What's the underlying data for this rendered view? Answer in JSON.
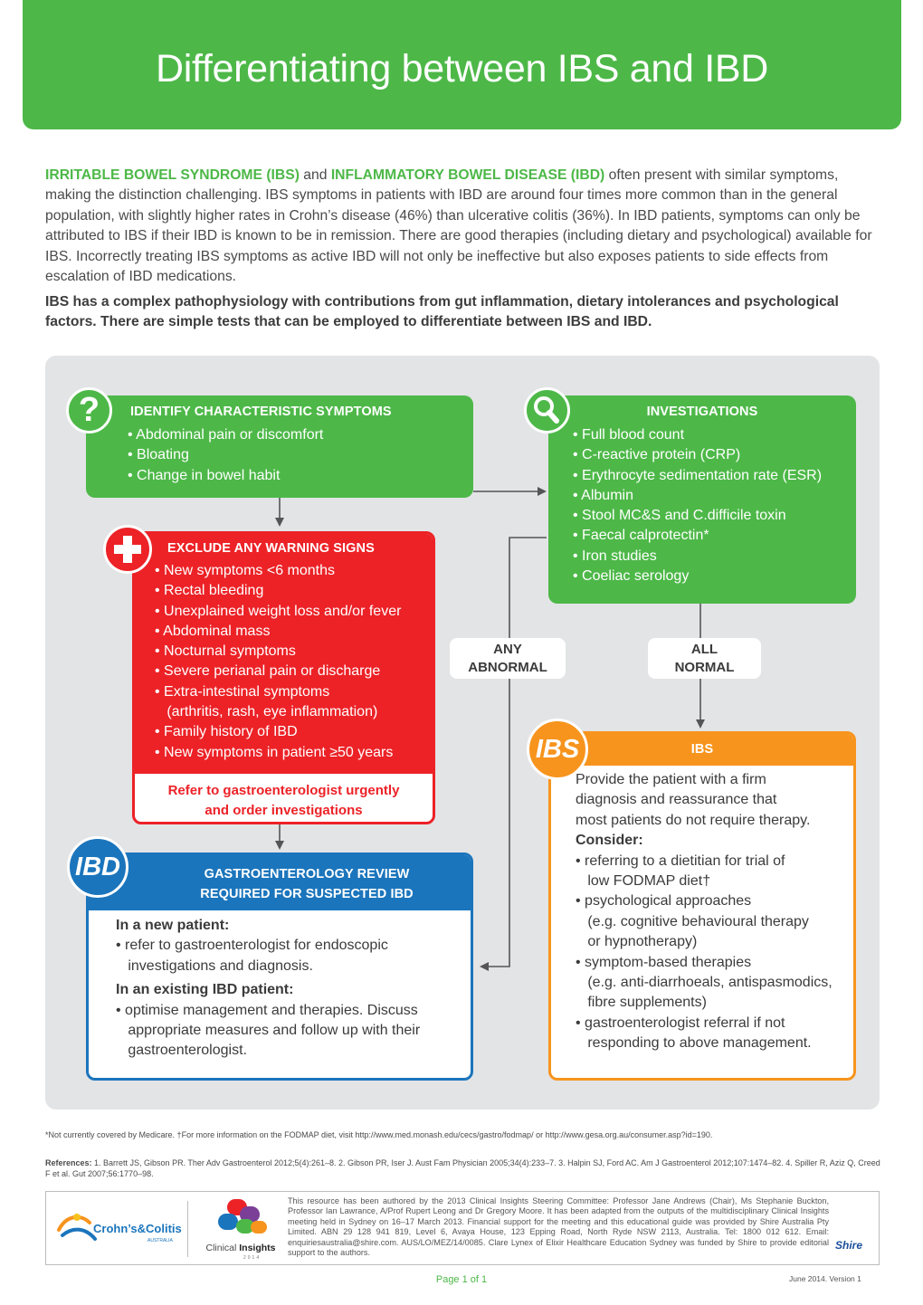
{
  "header": {
    "title": "Differentiating between IBS and IBD"
  },
  "intro": {
    "ibs_term": "IRRITABLE BOWEL SYNDROME (IBS)",
    "and": " and ",
    "ibd_term": "INFLAMMATORY BOWEL DISEASE (IBD)",
    "body": " often present with similar symptoms, making the distinction challenging. IBS symptoms in patients with IBD are around four times more common than in the general population, with slightly higher rates in Crohn’s disease (46%) than ulcerative colitis (36%). In IBD patients, symptoms can only be attributed to IBS if their IBD is known to be in remission. There are good therapies (including dietary and psychological) available for IBS. Incorrectly treating IBS symptoms as active IBD will not only be ineffective but also exposes patients to side effects from escalation of IBD medications.",
    "bold": "IBS has a complex pathophysiology with contributions from gut inflammation, dietary intolerances and psychological factors. There are simple tests that can be employed to differentiate between IBS and IBD."
  },
  "symptoms": {
    "title": "IDENTIFY CHARACTERISTIC SYMPTOMS",
    "items": [
      "• Abdominal pain or discomfort",
      "• Bloating",
      "• Change in bowel habit"
    ]
  },
  "investigations": {
    "title": "INVESTIGATIONS",
    "items": [
      "• Full blood count",
      "• C-reactive protein (CRP)",
      "• Erythrocyte sedimentation rate (ESR)",
      "• Albumin",
      "• Stool MC&S and C.difficile toxin",
      "• Faecal calprotectin*",
      "• Iron studies",
      "• Coeliac serology"
    ]
  },
  "warning": {
    "title": "EXCLUDE ANY WARNING SIGNS",
    "items": [
      "• New symptoms <6 months",
      "• Rectal bleeding",
      "• Unexplained weight loss and/or fever",
      "• Abdominal mass",
      "• Nocturnal symptoms",
      "• Severe perianal pain or discharge",
      "• Extra-intestinal symptoms",
      "   (arthritis, rash, eye inflammation)",
      "• Family history of IBD",
      "• New symptoms in patient ≥50 years"
    ],
    "refer_line1": "Refer to gastroenterologist urgently",
    "refer_line2": "and order investigations"
  },
  "pills": {
    "abnormal_1": "ANY",
    "abnormal_2": "ABNORMAL",
    "normal_1": "ALL",
    "normal_2": "NORMAL"
  },
  "ibs": {
    "badge": "IBS",
    "title": "IBS",
    "lines": [
      "Provide the patient with a firm",
      "diagnosis and reassurance that",
      "most patients do not require therapy."
    ],
    "consider": "Consider:",
    "items": [
      "• referring to a dietitian for trial of",
      "   low FODMAP diet†",
      "• psychological approaches",
      "   (e.g. cognitive behavioural therapy",
      "   or hypnotherapy)",
      "• symptom-based therapies",
      "   (e.g. anti-diarrhoeals, antispasmodics,",
      "   fibre supplements)",
      "• gastroenterologist referral if not",
      "   responding to above management."
    ]
  },
  "ibd": {
    "badge": "IBD",
    "title_1": "GASTROENTEROLOGY REVIEW",
    "title_2": "REQUIRED FOR SUSPECTED IBD",
    "new_patient": "In a new patient:",
    "new_items": [
      "• refer to gastroenterologist for endoscopic",
      "   investigations and diagnosis."
    ],
    "existing_patient": "In an existing IBD patient:",
    "existing_items": [
      "• optimise management and therapies. Discuss",
      "   appropriate measures and follow up with their",
      "   gastroenterologist."
    ]
  },
  "footnote": "*Not currently covered by Medicare. †For more information on the FODMAP diet, visit http://www.med.monash.edu/cecs/gastro/fodmap/ or http://www.gesa.org.au/consumer.asp?id=190.",
  "references": {
    "label": "References:",
    "text": " 1. Barrett JS, Gibson PR. Ther Adv Gastroenterol 2012;5(4):261–8. 2. Gibson PR, Iser J. Aust Fam Physician 2005;34(4):233–7. 3. Halpin SJ, Ford AC. Am J Gastroenterol 2012;107:1474–82. 4. Spiller R, Aziz Q, Creed F et al. Gut 2007;56:1770–98."
  },
  "bottom": {
    "crohns_logo": "Crohn’s&Colitis",
    "crohns_sub": "AUSTRALIA",
    "ci_label_1": "Clinical ",
    "ci_label_2": "Insights",
    "ci_year": "2014",
    "authored": "This resource has been authored by the 2013 Clinical Insights Steering Committee: Professor Jane Andrews (Chair), Ms Stephanie Buckton, Professor Ian Lawrance, A/Prof Rupert Leong and Dr Gregory Moore. It has been adapted from the outputs of the multidisciplinary Clinical Insights meeting held in Sydney on 16–17 March 2013. Financial support for the meeting and this educational guide was provided by Shire Australia Pty Limited. ABN 29 128 941 819, Level 6, Avaya House, 123 Epping Road, North Ryde NSW 2113, Australia. Tel: 1800 012 612. Email: enquiriesaustralia@shire.com. AUS/LO/MEZ/14/0085. Clare Lynex of Elixir Healthcare Education Sydney was funded by Shire to provide editorial support to the authors.",
    "shire": "Shire"
  },
  "page": "Page 1 of 1",
  "version": "June 2014. Version 1",
  "colors": {
    "green": "#4db848",
    "red": "#ec2227",
    "orange": "#f7941d",
    "blue": "#1b75bc",
    "panel": "#e3e4e6"
  },
  "icons": [
    "question-icon",
    "magnifier-icon",
    "medical-cross-icon"
  ]
}
